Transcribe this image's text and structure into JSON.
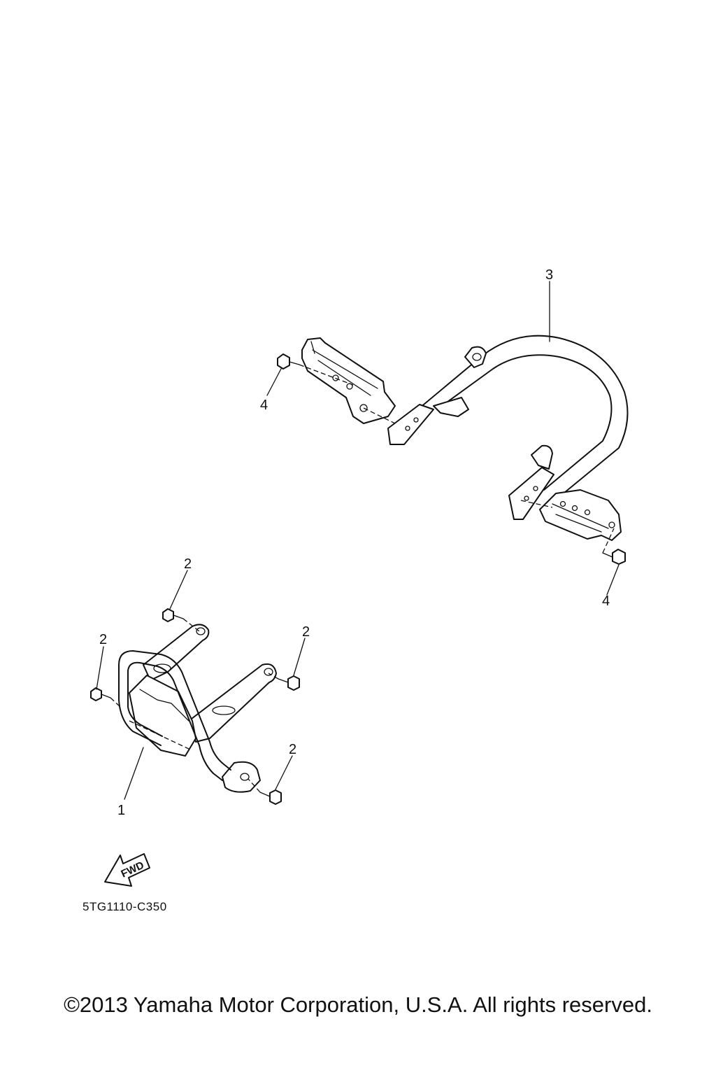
{
  "callouts": {
    "part_1": "1",
    "part_2_upper": "2",
    "part_2_left": "2",
    "part_2_right": "2",
    "part_2_lower": "2",
    "part_3": "3",
    "part_4_upper": "4",
    "part_4_lower": "4"
  },
  "fwd_label": "FWD",
  "diagram_code": "5TG1110-C350",
  "copyright": "©2013 Yamaha Motor Corporation, U.S.A. All rights reserved."
}
